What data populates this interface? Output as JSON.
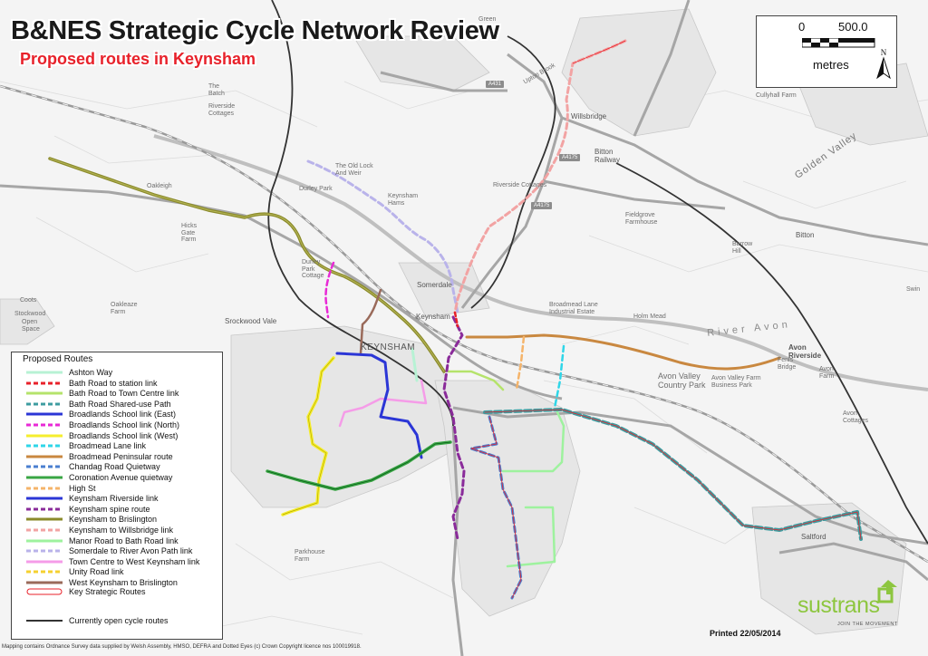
{
  "title": "B&NES Strategic Cycle Network Review",
  "subtitle": "Proposed routes in Keynsham",
  "scale": {
    "zero": "0",
    "max": "500.0",
    "unit": "metres"
  },
  "north": "N",
  "legend": {
    "title": "Proposed Routes",
    "items": [
      {
        "label": "Ashton Way",
        "color": "#b7f2d4",
        "style": "solid"
      },
      {
        "label": "Bath Road to station link",
        "color": "#e8212a",
        "style": "dashed"
      },
      {
        "label": "Bath Road to Town Centre link",
        "color": "#b5e36b",
        "style": "solid"
      },
      {
        "label": "Bath Road Shared-use Path",
        "color": "#3e9ca0",
        "style": "dashed"
      },
      {
        "label": "Broadlands School link (East)",
        "color": "#2b36d6",
        "style": "solid"
      },
      {
        "label": "Broadlands School link (North)",
        "color": "#e82ad6",
        "style": "dashed"
      },
      {
        "label": "Broadlands School link (West)",
        "color": "#f5ee2e",
        "style": "solid"
      },
      {
        "label": "Broadmead Lane link",
        "color": "#2fd6e8",
        "style": "dashed"
      },
      {
        "label": "Broadmead Peninsular route",
        "color": "#c98840",
        "style": "solid"
      },
      {
        "label": "Chandag Road Quietway",
        "color": "#4a7fd0",
        "style": "dashed"
      },
      {
        "label": "Coronation Avenue quietway",
        "color": "#39a644",
        "style": "solid"
      },
      {
        "label": "High St",
        "color": "#f5b46a",
        "style": "dashed"
      },
      {
        "label": "Keynsham Riverside link",
        "color": "#2b36d6",
        "style": "solid"
      },
      {
        "label": "Keynsham spine route",
        "color": "#8a2b9a",
        "style": "dashed"
      },
      {
        "label": "Keynsham to Brislington",
        "color": "#8a8a2a",
        "style": "solid"
      },
      {
        "label": "Keynsham to Willsbridge link",
        "color": "#f2a3a3",
        "style": "dashed"
      },
      {
        "label": "Manor Road to Bath Road link",
        "color": "#9ef29e",
        "style": "solid"
      },
      {
        "label": "Somerdale to River Avon Path link",
        "color": "#b9b3ea",
        "style": "dashed"
      },
      {
        "label": "Town Centre to West Keynsham link",
        "color": "#f59ce8",
        "style": "solid"
      },
      {
        "label": "Unity Road link",
        "color": "#f5d130",
        "style": "dashed"
      },
      {
        "label": "West Keynsham to Brislington",
        "color": "#9a6a5a",
        "style": "solid"
      }
    ],
    "key_routes": {
      "label": "Key Strategic Routes",
      "color": "#e8212a"
    },
    "open_routes": {
      "label": "Currently open cycle routes",
      "color": "#333333"
    }
  },
  "printed": "Printed 22/05/2014",
  "footer": "Mapping contains Ordnance Survey data supplied by Welsh Assembly, HMSO, DEFRA and Dotted Eyes (c) Crown Copyright licence nos 100019918.",
  "logo": {
    "text": "sustrans",
    "tagline": "JOIN THE MOVEMENT",
    "color": "#8dc63f"
  },
  "map_labels": [
    {
      "id": "green",
      "text": "Green"
    },
    {
      "id": "the-batch",
      "text": "The Batch"
    },
    {
      "id": "riverside-cottages",
      "text": "Riverside Cottages"
    },
    {
      "id": "a431",
      "text": "A431"
    },
    {
      "id": "upton-brook",
      "text": "Upton Brook"
    },
    {
      "id": "cullyhall-farm",
      "text": "Cullyhall Farm"
    },
    {
      "id": "willsbridge",
      "text": "Willsbridge"
    },
    {
      "id": "bitton-railway",
      "text": "Bitton Railway"
    },
    {
      "id": "golden-valley",
      "text": "Golden Valley"
    },
    {
      "id": "the-old-lock",
      "text": "The Old Lock And Weir"
    },
    {
      "id": "a4175-a",
      "text": "A4175"
    },
    {
      "id": "oakleigh",
      "text": "Oakleigh"
    },
    {
      "id": "durley-park",
      "text": "Durley Park"
    },
    {
      "id": "keynsham-hams",
      "text": "Keynsham Hams"
    },
    {
      "id": "riverside-cottages-2",
      "text": "Riverside Cottages"
    },
    {
      "id": "a4175-b",
      "text": "A4175"
    },
    {
      "id": "fieldgrove-farmhouse",
      "text": "Fieldgrove Farmhouse"
    },
    {
      "id": "hicks-gate-farm",
      "text": "Hicks Gate Farm"
    },
    {
      "id": "durley-park-cottage",
      "text": "Durley Park Cottage"
    },
    {
      "id": "barrow-hill",
      "text": "Barrow Hill"
    },
    {
      "id": "bitton",
      "text": "Bitton"
    },
    {
      "id": "somerdale",
      "text": "Somerdale"
    },
    {
      "id": "coots",
      "text": "Coots"
    },
    {
      "id": "oakleaze-farm",
      "text": "Oakleaze Farm"
    },
    {
      "id": "stockwood",
      "text": "Stockwood"
    },
    {
      "id": "open-space",
      "text": "Open Space"
    },
    {
      "id": "keynsham-station",
      "text": "Keynsham"
    },
    {
      "id": "broadmead-lane",
      "text": "Broadmead Lane Industrial Estate"
    },
    {
      "id": "holm-mead",
      "text": "Holm Mead"
    },
    {
      "id": "srockwood-vale",
      "text": "Srockwood Vale"
    },
    {
      "id": "keynsham-town",
      "text": "KEYNSHAM"
    },
    {
      "id": "river-avon",
      "text": "River Avon"
    },
    {
      "id": "avon-riverside",
      "text": "Avon Riverside"
    },
    {
      "id": "fenis-bridge",
      "text": "Fenis Bridge"
    },
    {
      "id": "avon-farm",
      "text": "Avon Farm"
    },
    {
      "id": "avon-valley-country-park",
      "text": "Avon Valley Country Park"
    },
    {
      "id": "avon-valley-farm",
      "text": "Avon Valley Farm Business Park"
    },
    {
      "id": "avon-cottages",
      "text": "Avon Cottages"
    },
    {
      "id": "saltford",
      "text": "Saltford"
    },
    {
      "id": "parkhouse-farm",
      "text": "Parkhouse Farm"
    },
    {
      "id": "swin",
      "text": "Swin"
    }
  ]
}
